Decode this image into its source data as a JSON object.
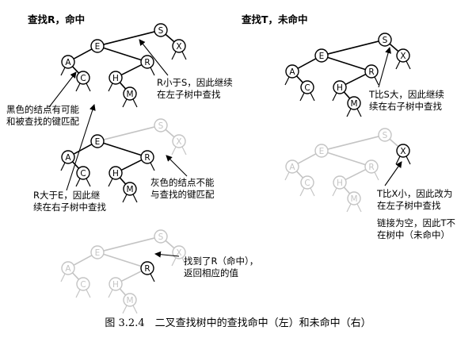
{
  "titles": {
    "search_hit": "查找R，命中",
    "search_miss": "查找T，未命中"
  },
  "annotations": {
    "black_nodes": [
      "黑色的结点有可能",
      "和被查找的键匹配"
    ],
    "r_less_s": [
      "R小于S，因此继续",
      "在左子树中查找"
    ],
    "t_greater_s": [
      "T比S大，因此继续",
      "续在右子树中查找"
    ],
    "r_greater_e": [
      "R大于E，因此继",
      "续在右子树中查找"
    ],
    "gray_nodes": [
      "灰色的结点不能",
      "与查找的键匹配"
    ],
    "t_less_x": [
      "T比X小，因此改为",
      "在左子树中查找"
    ],
    "null_link": [
      "链接为空，因此T不",
      "在树中（未命中）"
    ],
    "found_r": [
      "找到了R（命中），",
      "返回相应的值"
    ]
  },
  "caption": "图 3.2.4　二叉查找树中的查找命中（左）和未命中（右）",
  "tree": {
    "nodes": [
      "S",
      "E",
      "X",
      "A",
      "R",
      "C",
      "H",
      "M"
    ]
  },
  "colors": {
    "active": "#000000",
    "inactive": "#c4c4c4"
  }
}
